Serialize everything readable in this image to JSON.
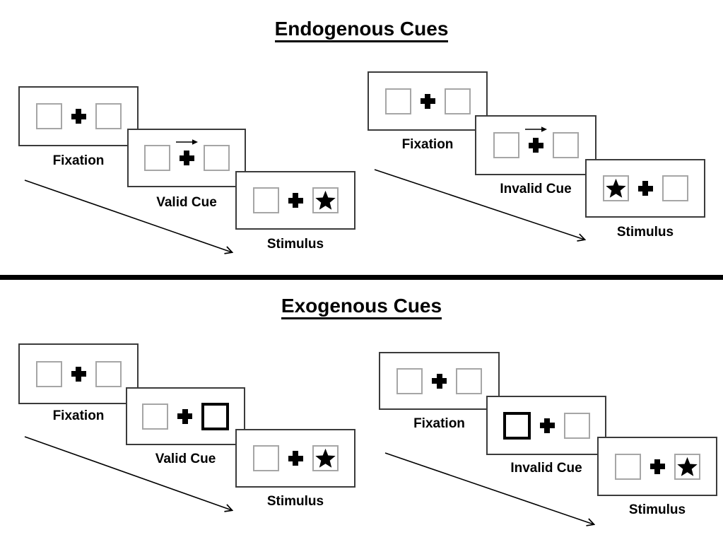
{
  "diagram": {
    "background": "#ffffff",
    "divider_color": "#000000",
    "panel_border_color": "#3b3b3b",
    "box_border_color": "#a6a6a6",
    "ink_color": "#000000"
  },
  "icons": {
    "star-icon": "★",
    "fixation-cross-icon": "✚",
    "cue-arrow-icon": "→",
    "sequence-arrow-icon": "↘"
  },
  "sections": [
    {
      "id": "endogenous",
      "title": "Endogenous Cues",
      "trials": [
        {
          "name": "endogenous-valid",
          "panels": [
            {
              "label": "Fixation",
              "kind": "fixation"
            },
            {
              "label": "Valid Cue",
              "kind": "cue-arrow",
              "arrow_direction": "right"
            },
            {
              "label": "Stimulus",
              "kind": "stimulus",
              "star_side": "right"
            }
          ]
        },
        {
          "name": "endogenous-invalid",
          "panels": [
            {
              "label": "Fixation",
              "kind": "fixation"
            },
            {
              "label": "Invalid Cue",
              "kind": "cue-arrow",
              "arrow_direction": "right"
            },
            {
              "label": "Stimulus",
              "kind": "stimulus",
              "star_side": "left"
            }
          ]
        }
      ]
    },
    {
      "id": "exogenous",
      "title": "Exogenous Cues",
      "trials": [
        {
          "name": "exogenous-valid",
          "panels": [
            {
              "label": "Fixation",
              "kind": "fixation"
            },
            {
              "label": "Valid Cue",
              "kind": "cue-highlight",
              "highlight_side": "right"
            },
            {
              "label": "Stimulus",
              "kind": "stimulus",
              "star_side": "right"
            }
          ]
        },
        {
          "name": "exogenous-invalid",
          "panels": [
            {
              "label": "Fixation",
              "kind": "fixation"
            },
            {
              "label": "Invalid Cue",
              "kind": "cue-highlight",
              "highlight_side": "left"
            },
            {
              "label": "Stimulus",
              "kind": "stimulus",
              "star_side": "right"
            }
          ]
        }
      ]
    }
  ]
}
